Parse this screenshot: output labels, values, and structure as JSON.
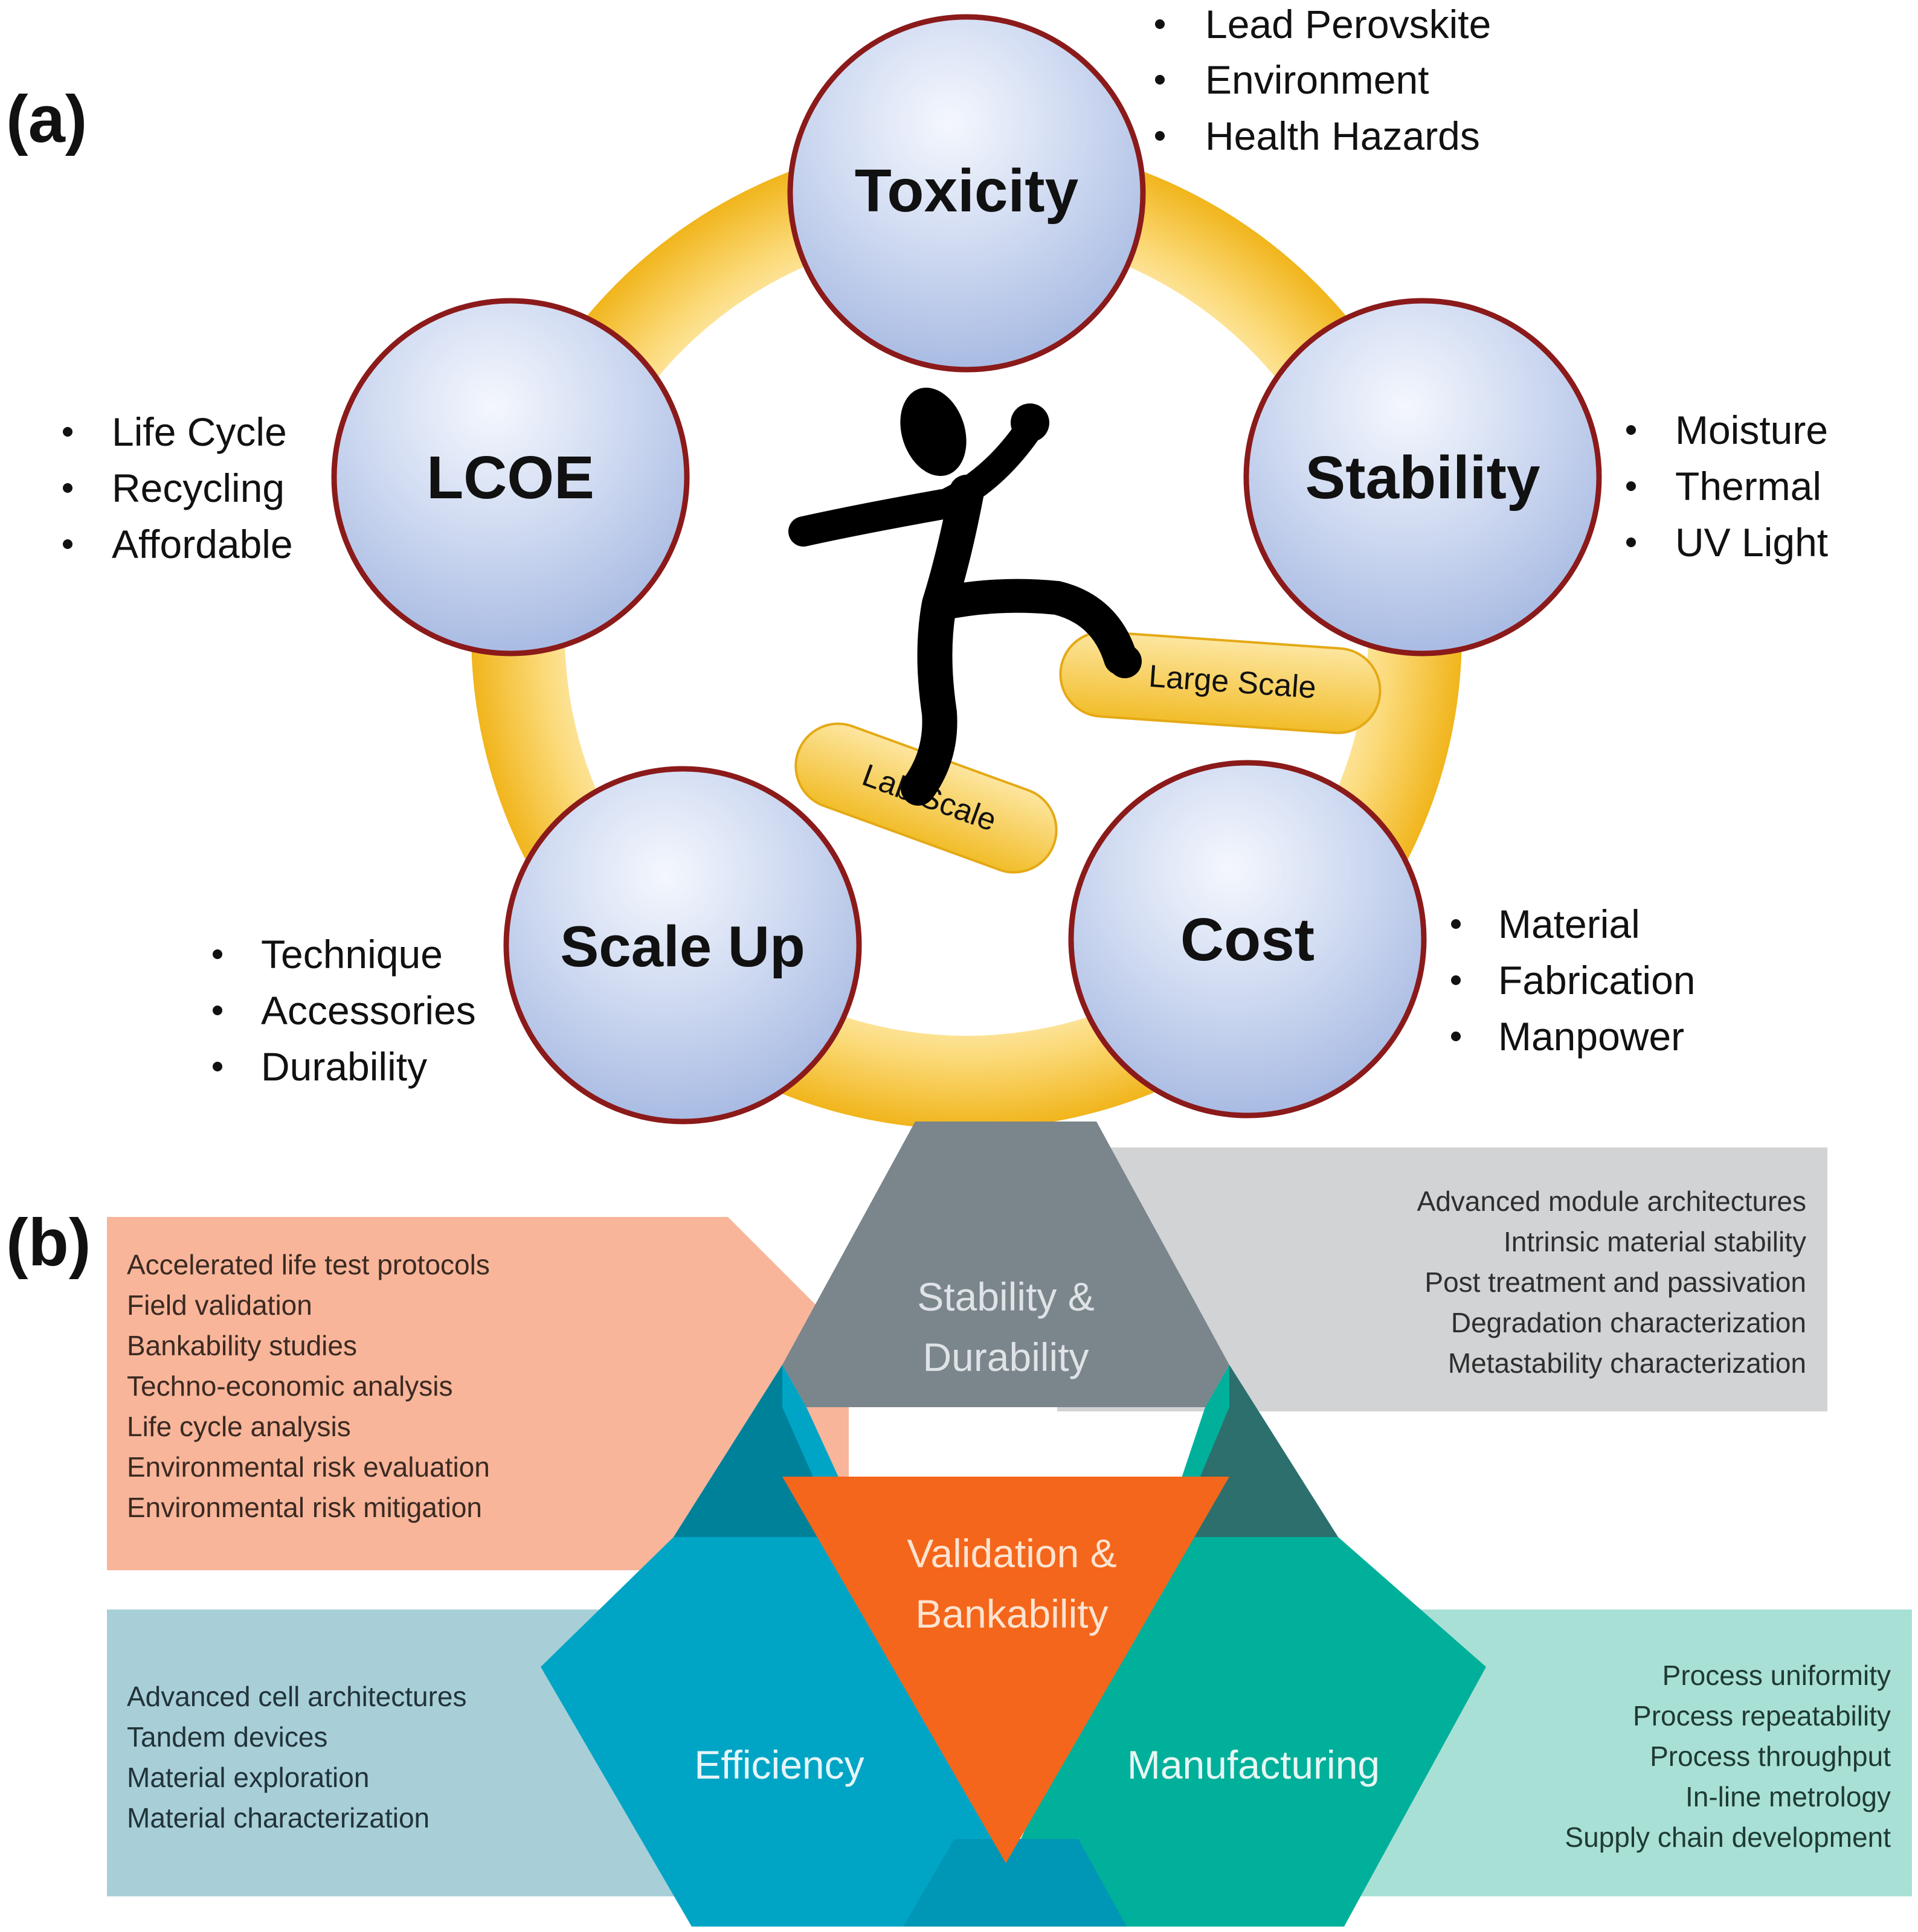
{
  "panel_a": {
    "label": "(a)",
    "nodes": [
      {
        "id": "toxicity",
        "title": "Toxicity",
        "bullets": [
          "Lead Perovskite",
          "Environment",
          "Health Hazards"
        ]
      },
      {
        "id": "stability",
        "title": "Stability",
        "bullets": [
          "Moisture",
          "Thermal",
          "UV Light"
        ]
      },
      {
        "id": "cost",
        "title": "Cost",
        "bullets": [
          "Material",
          "Fabrication",
          "Manpower"
        ]
      },
      {
        "id": "scaleup",
        "title": "Scale Up",
        "bullets": [
          "Technique",
          "Accessories",
          "Durability"
        ]
      },
      {
        "id": "lcoe",
        "title": "LCOE",
        "bullets": [
          "Life Cycle",
          "Recycling",
          "Affordable"
        ]
      }
    ],
    "steps": {
      "lab": "Lab Scale",
      "large": "Large Scale"
    },
    "colors": {
      "ring": "#f4bb22",
      "circle_fill": "#c3d1ee",
      "circle_border": "#8b1a1a",
      "step_fill": "#f7c93a"
    }
  },
  "panel_b": {
    "label": "(b)",
    "sections": {
      "stability": {
        "title_lines": [
          "Stability &",
          "Durability"
        ],
        "color": "#7b858c",
        "items": [
          "Advanced module architectures",
          "Intrinsic material stability",
          "Post treatment and passivation",
          "Degradation characterization",
          "Metastability characterization"
        ],
        "box_color": "#d2d3d5"
      },
      "validation": {
        "title_lines": [
          "Validation &",
          "Bankability"
        ],
        "color": "#f4661b",
        "items": [
          "Accelerated life test protocols",
          "Field validation",
          "Bankability studies",
          "Techno-economic analysis",
          "Life cycle analysis",
          "Environmental risk evaluation",
          "Environmental risk mitigation"
        ],
        "box_color": "#f8b59a"
      },
      "efficiency": {
        "title": "Efficiency",
        "color": "#00a5c6",
        "items": [
          "Advanced cell architectures",
          "Tandem devices",
          "Material exploration",
          "Material characterization"
        ],
        "box_color": "#a8cfd8"
      },
      "manufacturing": {
        "title": "Manufacturing",
        "color": "#00b09a",
        "items": [
          "Process uniformity",
          "Process repeatability",
          "Process throughput",
          "In-line metrology",
          "Supply chain development"
        ],
        "box_color": "#a8e0d6"
      }
    }
  }
}
